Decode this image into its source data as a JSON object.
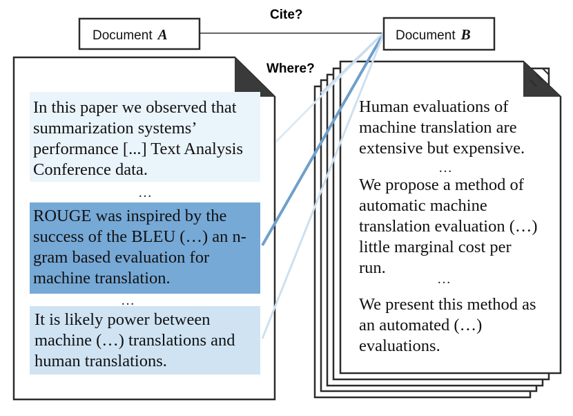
{
  "doc_a": {
    "label": "Document",
    "letter": "A"
  },
  "doc_b": {
    "label": "Document",
    "letter": "B"
  },
  "cite_question": "Cite?",
  "where_question": "Where?",
  "doc_a_passages": [
    {
      "text": "In this paper we observed that summarization systems’ performance [...] Text Analysis Conference data."
    },
    {
      "text": "ROUGE was inspired by the success of the BLEU (…) an n-gram based evaluation for machine translation."
    },
    {
      "text": "It is likely power between machine (…) translations and human translations."
    }
  ],
  "doc_a_ellipses": [
    "…",
    "…"
  ],
  "doc_b_passages": [
    {
      "text": "Human evaluations of machine translation are extensive but expensive."
    },
    {
      "text": "We propose a method of automatic machine translation evaluation (…) little marginal cost per run."
    },
    {
      "text": "We present this method as an automated (…) evaluations."
    }
  ],
  "doc_b_ellipses": [
    "…",
    "…"
  ],
  "colors": {
    "passage_light": "#eaf4fb",
    "passage_highlight": "#76a9d6",
    "passage_mid": "#cfe3f3",
    "link_strong": "#6f9fcb",
    "link_light": "#cde0ef",
    "page_border": "#2b2b2b",
    "page_fold": "#3a3a3a"
  }
}
